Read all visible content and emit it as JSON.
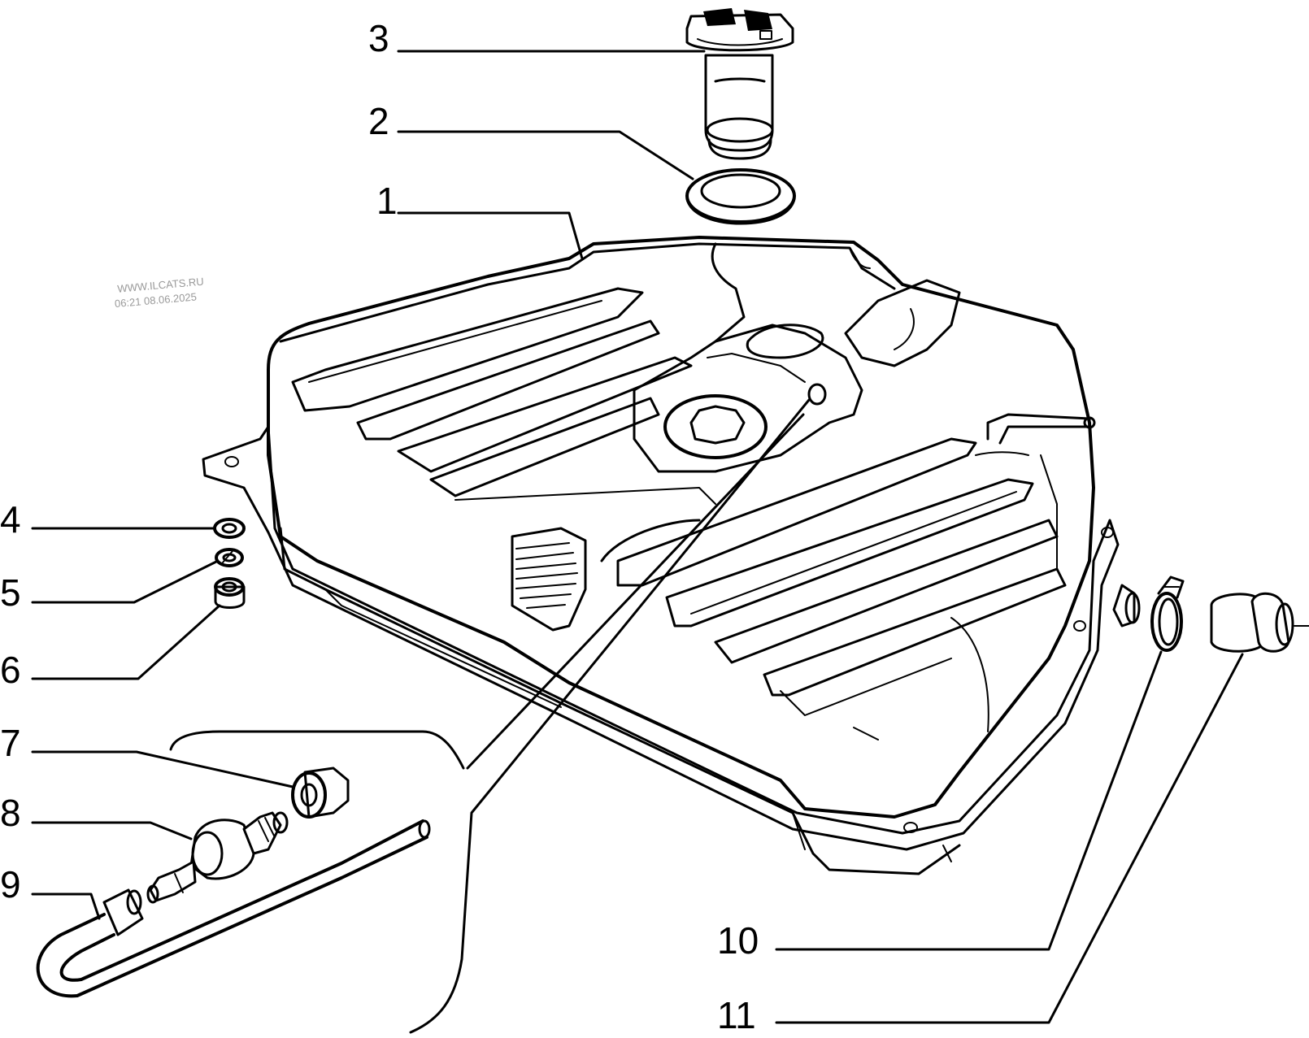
{
  "watermark": {
    "line1": "WWW.ILCATS.RU",
    "line2": "06:21 08.06.2025"
  },
  "callouts": [
    {
      "id": "1",
      "label": "1"
    },
    {
      "id": "2",
      "label": "2"
    },
    {
      "id": "3",
      "label": "3"
    },
    {
      "id": "4",
      "label": "4"
    },
    {
      "id": "5",
      "label": "5"
    },
    {
      "id": "6",
      "label": "6"
    },
    {
      "id": "7",
      "label": "7"
    },
    {
      "id": "8",
      "label": "8"
    },
    {
      "id": "9",
      "label": "9"
    },
    {
      "id": "10",
      "label": "10"
    },
    {
      "id": "11",
      "label": "11"
    }
  ],
  "colors": {
    "line": "#000000",
    "background": "#ffffff",
    "watermark": "#9a9a9a"
  }
}
